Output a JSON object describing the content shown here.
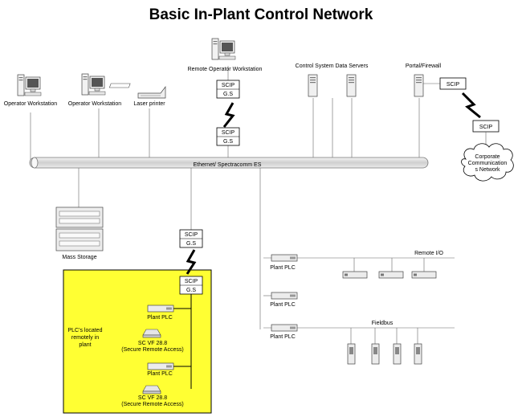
{
  "title": "Basic In-Plant Control Network",
  "labels": {
    "op_ws_1": "Operator Workstation",
    "op_ws_2": "Operator Workstation",
    "laser_printer": "Laser printer",
    "remote_op_ws": "Remote Operator Workstation",
    "data_servers": "Control System Data Servers",
    "firewall": "Portal/Firewall",
    "backbone": "Ethernet/ Spectracomm ES",
    "corporate": [
      "Corporate",
      "Communication",
      "s Network"
    ],
    "mass_storage": "Mass Storage",
    "remote_io": "Remote I/O",
    "fieldbus": "Fieldbus",
    "plant_plc": "Plant PLC",
    "plcs_remote": [
      "PLC's located",
      "remotely in",
      "plant"
    ],
    "scvf_1": [
      "SC VF 28.8",
      "(Secure Remote Access)"
    ],
    "scvf_2": [
      "SC VF 28.8",
      "(Secure  Remote Access)"
    ]
  },
  "scip": {
    "top_1": [
      "SCIP",
      "G.S"
    ],
    "top_2": [
      "SCIP",
      "G.S"
    ],
    "mid": [
      "SCIP",
      "G.S"
    ],
    "yellow": [
      "SCIP",
      "G.S"
    ],
    "firewall": "SCIP",
    "corporate": "SCIP"
  },
  "colors": {
    "remote_area": "#ffff33",
    "backbone": "#dcdcdc"
  }
}
